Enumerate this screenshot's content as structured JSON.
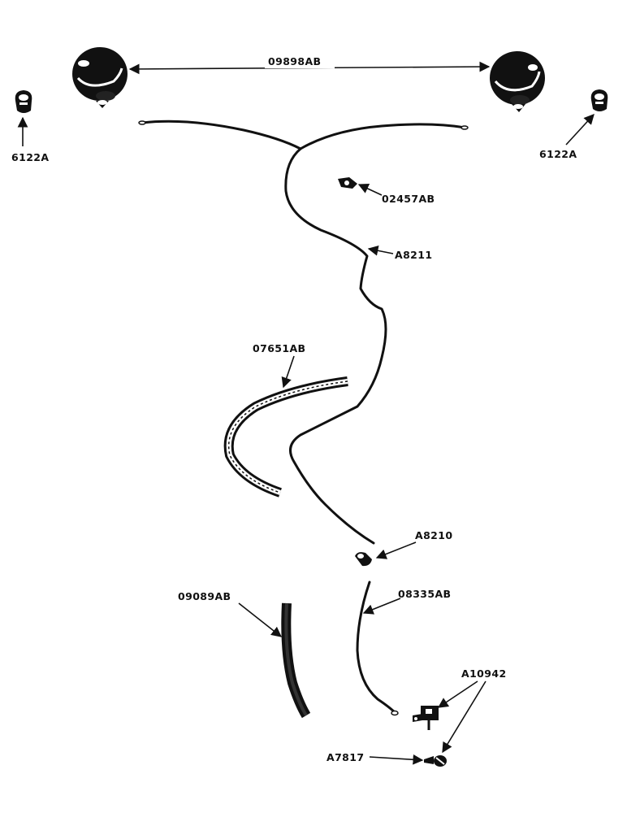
{
  "colors": {
    "ink": "#111111",
    "paper": "#ffffff"
  },
  "labels": {
    "lamp_pair": "09898AB",
    "bulb_left": "6122A",
    "bulb_right": "6122A",
    "clip": "02457AB",
    "harness": "A8211",
    "loom_upper": "07651AB",
    "connector": "A8210",
    "cable": "08335AB",
    "loom_lower": "09089AB",
    "switch": "A10942",
    "screw": "A7817"
  }
}
